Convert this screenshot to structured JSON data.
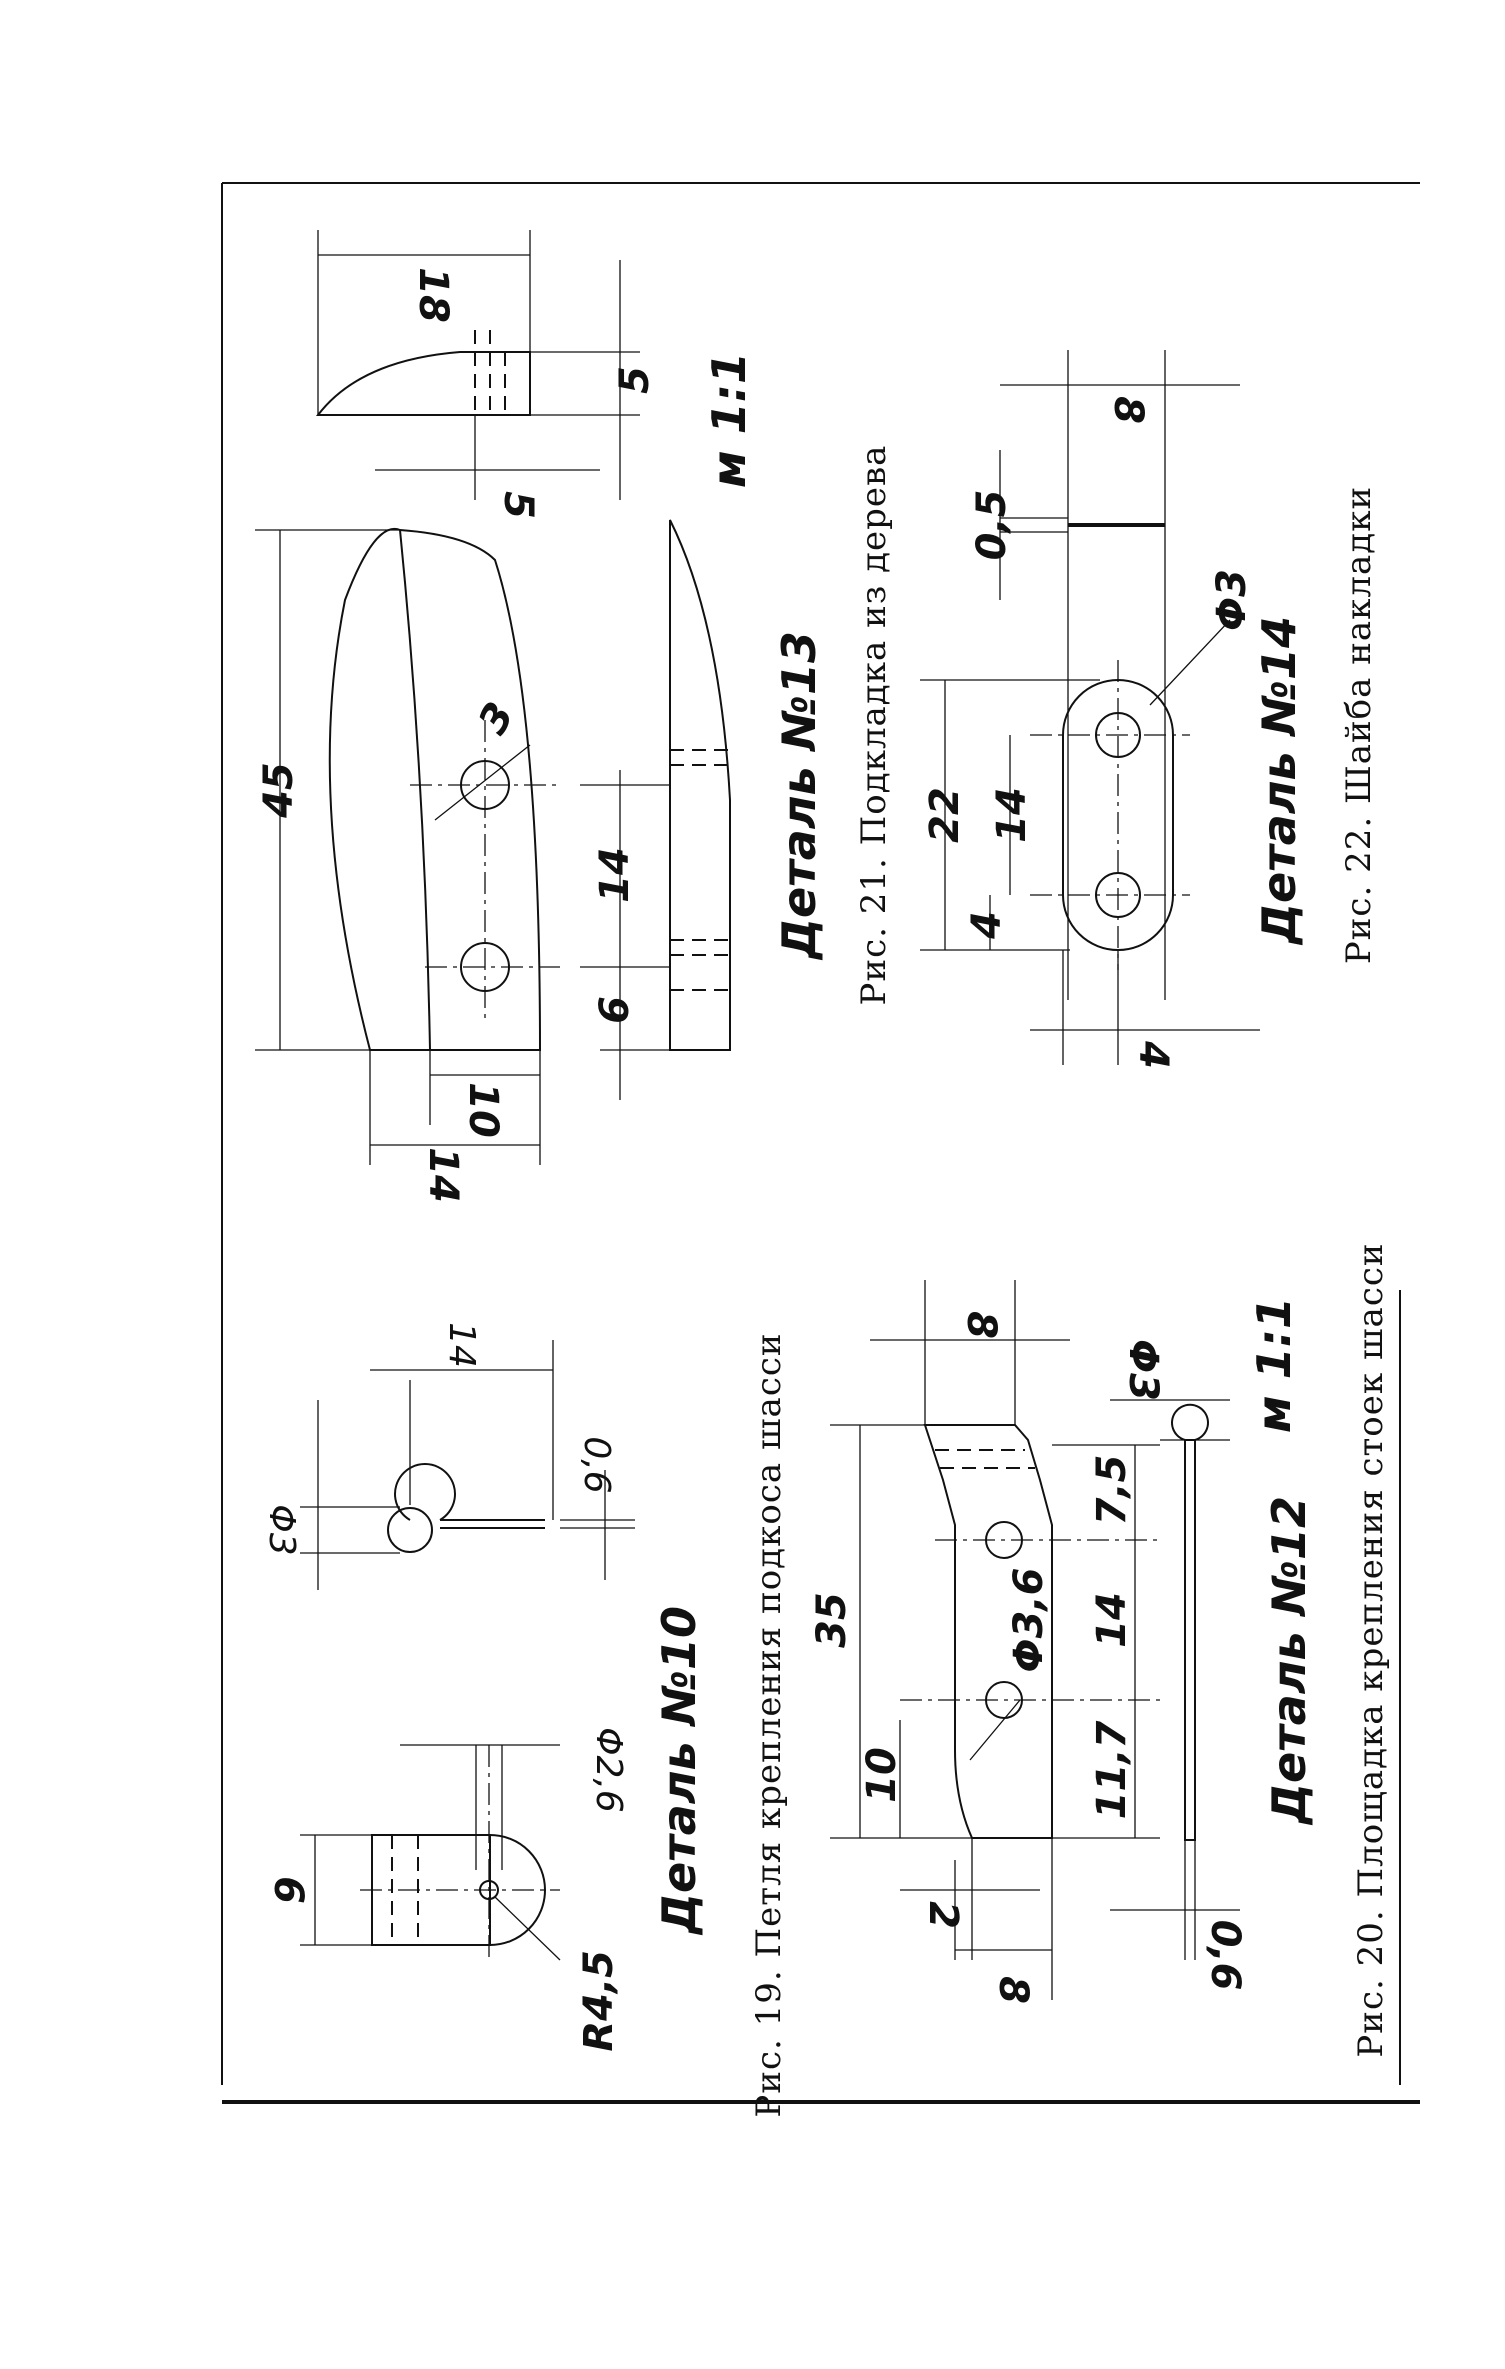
{
  "figures": {
    "fig19": {
      "caption": "Рис. 19. Петля крепления подкоса шасси",
      "detail": "Деталь №10"
    },
    "fig20": {
      "caption": "Рис. 20. Площадка крепления стоек шасси",
      "detail": "Деталь №12",
      "scale": "м 1:1"
    },
    "fig21": {
      "caption": "Рис. 21. Подкладка из дерева",
      "detail": "Деталь №13",
      "scale": "м 1:1"
    },
    "fig22": {
      "caption": "Рис. 22. Шайба накладки",
      "detail": "Деталь №14"
    }
  },
  "dims": {
    "d10_6": "6",
    "d10_r": "R4,5",
    "d10_phi26": "Φ2,6",
    "d10_phi3": "Φ3",
    "d10_14": "14",
    "d10_06": "0,6",
    "d12_8a": "8",
    "d12_2": "2",
    "d12_10": "10",
    "d12_35": "35",
    "d12_117": "11,7",
    "d12_14": "14",
    "d12_75": "7,5",
    "d12_8b": "8",
    "d12_phi36": "Φ3,6",
    "d12_06": "0,6",
    "d12_phi3": "Φ3",
    "d13_45": "45",
    "d13_3": "3",
    "d13_14": "14",
    "d13_6": "6",
    "d13_10": "10",
    "d13_14b": "14",
    "d13_18": "18",
    "d13_5a": "5",
    "d13_5b": "5",
    "d14_22": "22",
    "d14_14": "14",
    "d14_4a": "4",
    "d14_4b": "4",
    "d14_phi3": "Φ3",
    "d14_05": "0,5",
    "d14_8": "8"
  }
}
